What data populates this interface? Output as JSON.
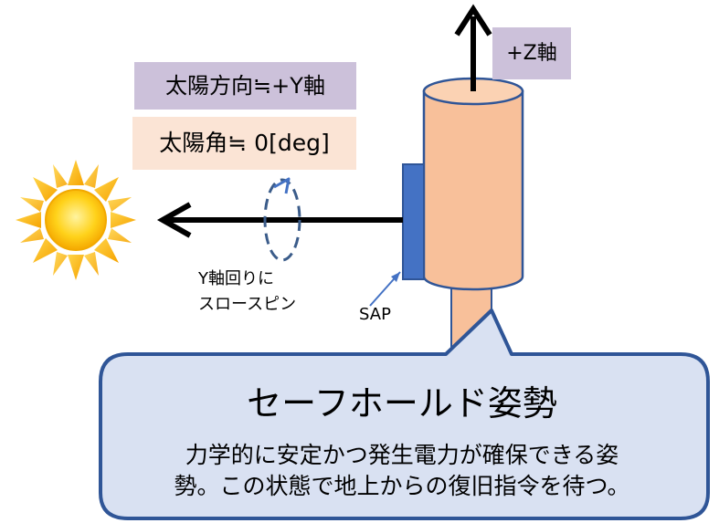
{
  "labels": {
    "sun_direction": "太陽方向≒+Y軸",
    "sun_angle": "太陽角≒ 0[deg]",
    "z_axis": "+Z軸",
    "slow_spin_line1": "Y軸回りに",
    "slow_spin_line2": "スロースピン",
    "sap": "SAP"
  },
  "callout": {
    "title": "セーフホールド姿勢",
    "body_line1": "力学的に安定かつ発生電力が確保できる姿",
    "body_line2": "勢。この状態で地上からの復旧指令を待つ。"
  },
  "colors": {
    "purple_box": "#ccc1da",
    "peach_box": "#fbe4d5",
    "cylinder_fill": "#f8c09a",
    "cylinder_stroke": "#2f5597",
    "sap_panel": "#4472c4",
    "callout_fill": "#d9e1f2",
    "callout_stroke": "#2f5597",
    "sun": "#ffc000"
  },
  "icons": {
    "sun": "sun-icon",
    "spin": "rotation-arrow-icon"
  }
}
